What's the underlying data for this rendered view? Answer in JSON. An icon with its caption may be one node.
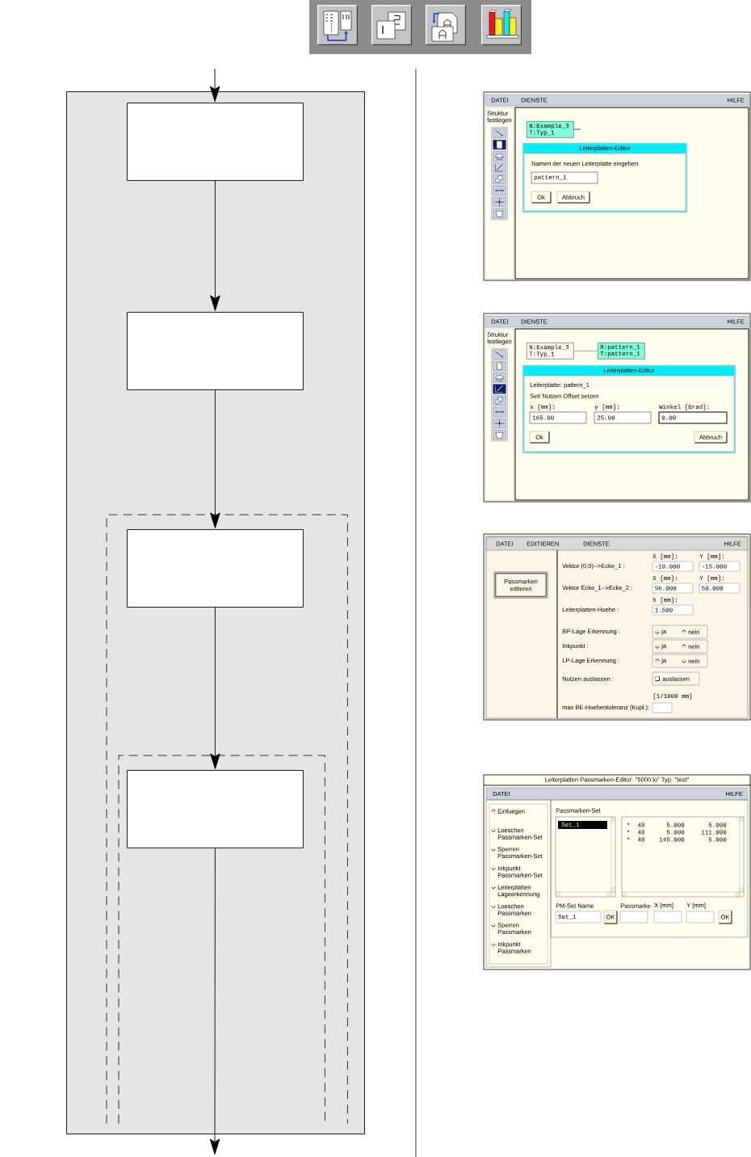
{
  "diagram": {
    "nodes": [
      {
        "text": [],
        "shape": "box"
      },
      {
        "text": [],
        "shape": "box",
        "in": 0
      },
      {
        "text": [],
        "shape": "box",
        "in": 0
      },
      {
        "text": [],
        "shape": "box",
        "in": 0
      },
      {
        "text": [],
        "shape": "box",
        "in": 3
      },
      {
        "text": [],
        "shape": "box",
        "in": 3
      },
      {
        "text": [],
        "shape": "box",
        "in": 5
      },
      {
        "text": [
          "N:Example_3 T:Typ_1"
        ]
      },
      {
        "text": [
          "N:Example_3 T:Typ_1"
        ]
      },
      {
        "text": [
          "N:pattern_1 T:pattern_1"
        ]
      }
    ],
    "edges": [
      {
        "from": null,
        "to": 1,
        "arrow": "to"
      },
      {
        "from": 1,
        "to": 2,
        "arrow": "to"
      },
      {
        "from": 2,
        "to": 4,
        "arrow": "to"
      },
      {
        "from": 4,
        "to": 6,
        "arrow": "to"
      },
      {
        "from": 6,
        "to": null,
        "arrow": "to"
      },
      {
        "from": 8,
        "to": 9,
        "arrow": "none",
        "color": "#9c8f8a"
      },
      {
        "from": 7,
        "to": null,
        "arrow": "none"
      }
    ],
    "labels": [
      "DATEI",
      "DIENSTE",
      "HILFE",
      "Struktur festlegen",
      "Leiterplatten-Editor",
      "Namen der neuen Leiterplatte eingeben",
      "pattern_1",
      "Ok",
      "Abbruch",
      "DATEI",
      "DIENSTE",
      "HILFE",
      "Struktur festlegen",
      "Leiterplatten-Editor",
      "Leiterplatte: pattern_1",
      "Set/ Nutzen Offset setzen",
      "x [mm]:",
      "y [mm]:",
      "Winkel [Grad]:",
      "165.00",
      "25.00",
      "0.00",
      "Ok",
      "Abbruch",
      "DATEI",
      "EDITIEREN",
      "DIENSTE",
      "HILFE",
      "Passmarken editeren",
      "X [mm]:",
      "Y [mm]:",
      "Vektor (0,0)-->Ecke_1 :",
      "-10.000",
      "-15.000",
      "X [mm]:",
      "Y [mm]:",
      "Vektor Ecke_1-->Ecke_2 :",
      "96.000",
      "50.000",
      "h [mm]:",
      "Leiterplatten-Hoehe :",
      "1.500",
      "BP-Lage Erkennung :",
      "ja",
      "nein",
      "Inkpunkt :",
      "ja",
      "nein",
      "LP-Lage Erkennung :",
      "ja",
      "nein",
      "Nutzen auslassen :",
      "auslassen",
      "[1/1000 mm]",
      "max BE-Hoehentoleranz (Kopl.):",
      "Leiterplatten Passmarken-Editor: \"5000.lo\" Typ: \"test\"",
      "DATEI",
      "HILFE",
      "Einfuegen",
      "Loeschen Passmarken-Set",
      "Sperren Passmarken-Set",
      "Inkpunkt Passmarken-Set",
      "Leiterplatten Lageerkennung",
      "Loeschen Passmarken",
      "Sperren Passmarken",
      "Inkpunkt Passmarken",
      "Passmarken-Set",
      "Set_1",
      "*",
      "48",
      "5.000",
      "5.000",
      "*",
      "48",
      "5.000",
      "111.000",
      "*",
      "48",
      "145.000",
      "5.000",
      "PM-Set Name",
      "Passmarke",
      "X [mm]",
      "Y [mm]",
      "Set_1",
      "OK",
      "OK"
    ]
  }
}
